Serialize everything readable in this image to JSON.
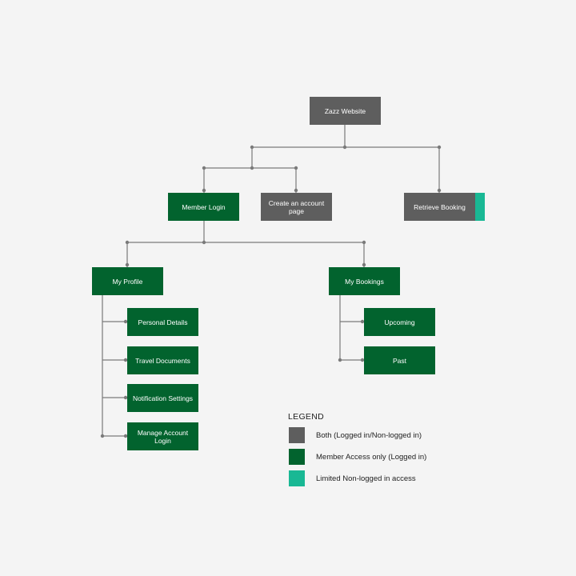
{
  "colors": {
    "both": "#5e5e5e",
    "member": "#02632e",
    "limited": "#19b894",
    "connector": "#7a7a7a"
  },
  "nodes": {
    "zazz_website": "Zazz Website",
    "member_login": "Member Login",
    "create_account": "Create an account page",
    "retrieve_booking": "Retrieve Booking",
    "my_profile": "My Profile",
    "my_bookings": "My Bookings",
    "personal_details": "Personal Details",
    "travel_documents": "Travel Documents",
    "notification_settings": "Notification Settings",
    "manage_account_login": "Manage Account Login",
    "upcoming": "Upcoming",
    "past": "Past"
  },
  "legend": {
    "title": "LEGEND",
    "items": [
      {
        "label": "Both (Logged in/Non-logged in)",
        "color": "#5e5e5e"
      },
      {
        "label": "Member Access only (Logged in)",
        "color": "#02632e"
      },
      {
        "label": "Limited Non-logged in access",
        "color": "#19b894"
      }
    ]
  }
}
